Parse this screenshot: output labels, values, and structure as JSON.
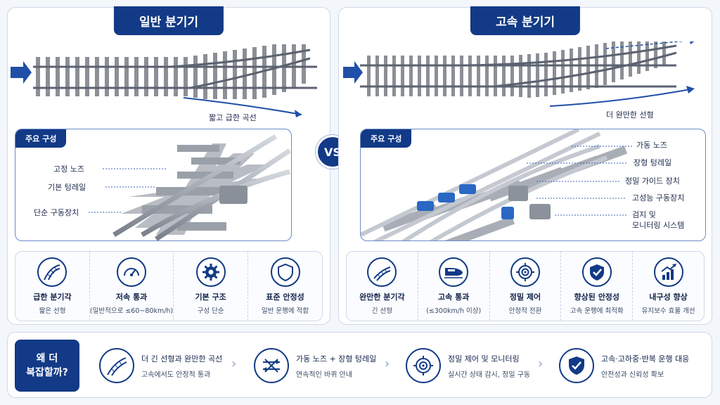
{
  "left": {
    "title": "일반 분기기",
    "curve_label": "짧고 급한 곡선",
    "detail_tag": "주요 구성",
    "callouts": [
      "고정 노즈",
      "기본 텅레일",
      "단순 구동장치"
    ],
    "features": [
      {
        "title": "급한 분기각",
        "sub": "짧은 선형",
        "icon": "curve-track-icon"
      },
      {
        "title": "저속 통과",
        "sub": "(일반적으로 ≤60~80km/h)",
        "icon": "speedometer-icon"
      },
      {
        "title": "기본 구조",
        "sub": "구성 단순",
        "icon": "gear-icon"
      },
      {
        "title": "표준 안정성",
        "sub": "일반 운행에 적합",
        "icon": "shield-icon"
      }
    ]
  },
  "vs": "VS",
  "right": {
    "title": "고속 분기기",
    "curve_label": "더 완만한 선형",
    "detail_tag": "주요 구성",
    "callouts": [
      "가동 노즈",
      "장형 텅레일",
      "정밀 가이드 장치",
      "고성능 구동장치",
      "검지 및",
      "모니터링 시스템"
    ],
    "features": [
      {
        "title": "완만한 분기각",
        "sub": "긴 선형",
        "icon": "gentle-curve-icon"
      },
      {
        "title": "고속 통과",
        "sub": "(≤300km/h 이상)",
        "icon": "bullet-train-icon"
      },
      {
        "title": "정밀 제어",
        "sub": "안정적 전환",
        "icon": "target-icon"
      },
      {
        "title": "향상된 안정성",
        "sub": "고속 운행에 최적화",
        "icon": "shield-check-icon"
      },
      {
        "title": "내구성 향상",
        "sub": "유지보수 효율 개선",
        "icon": "growth-chart-icon"
      }
    ]
  },
  "bottom": {
    "why_line1": "왜 더",
    "why_line2": "복잡할까?",
    "reasons": [
      {
        "title": "더 긴 선형과 완만한 곡선",
        "sub": "고속에서도 안정적 통과",
        "icon": "curve-track-icon"
      },
      {
        "title": "가동 노즈 + 장형 텅레일",
        "sub": "연속적인 바퀴 안내",
        "icon": "switch-arrows-icon"
      },
      {
        "title": "정밀 제어 및 모니터링",
        "sub": "실시간 상태 감시, 정밀 구동",
        "icon": "target-icon"
      },
      {
        "title": "고속·고하중·반복 운행 대응",
        "sub": "안전성과 신뢰성 확보",
        "icon": "shield-check-icon"
      }
    ]
  },
  "colors": {
    "navy": "#123a86",
    "border": "#cfd9ea",
    "accent": "#1f4fa8"
  }
}
